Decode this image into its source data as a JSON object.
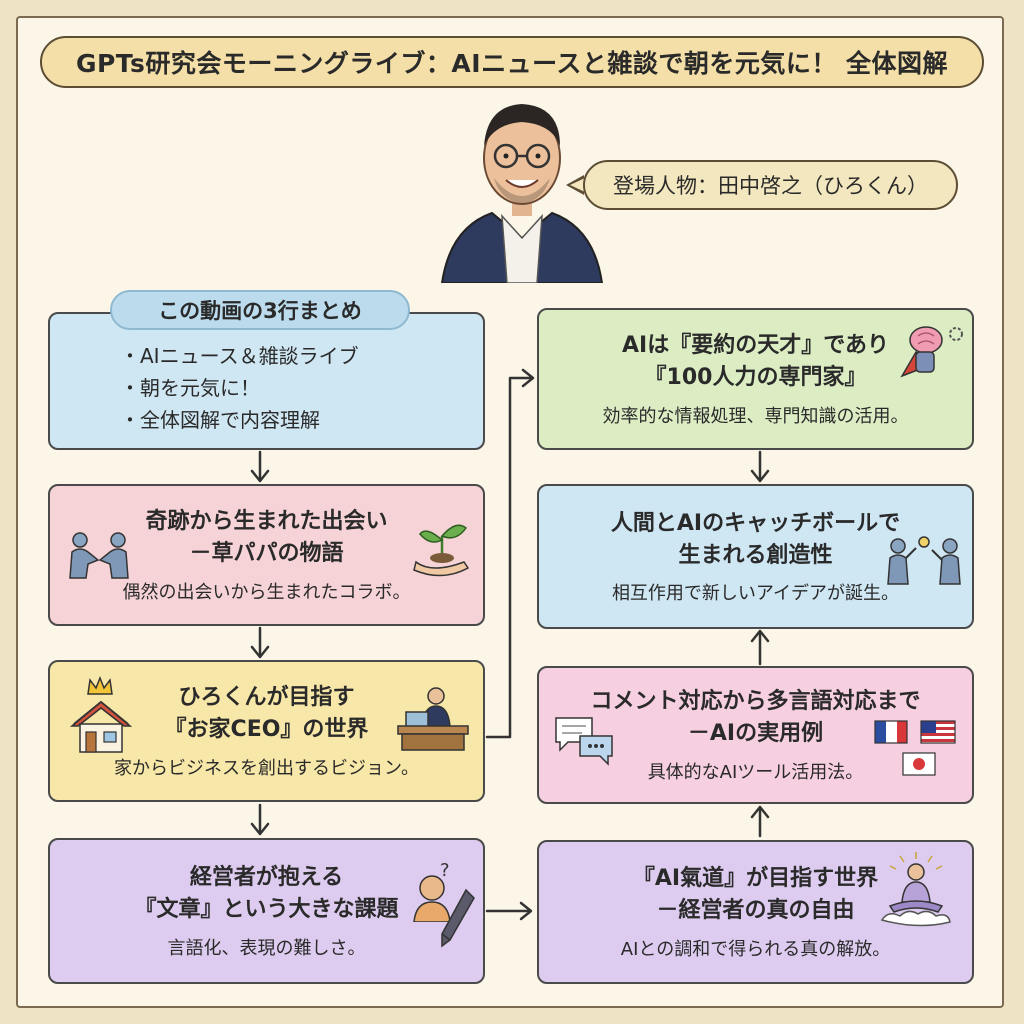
{
  "title": "GPTs研究会モーニングライブ：AIニュースと雑談で朝を元気に！ 全体図解",
  "speaker": "登場人物：田中啓之（ひろくん）",
  "summary": {
    "heading": "この動画の3行まとめ",
    "items": [
      "AIニュース＆雑談ライブ",
      "朝を元気に！",
      "全体図解で内容理解"
    ]
  },
  "left_column": [
    {
      "title1": "奇跡から生まれた出会い",
      "title2": "－草パパの物語",
      "desc": "偶然の出会いから生まれたコラボ。"
    },
    {
      "title1": "ひろくんが目指す",
      "title2": "『お家CEO』の世界",
      "desc": "家からビジネスを創出するビジョン。"
    },
    {
      "title1": "経営者が抱える",
      "title2": "『文章』という大きな課題",
      "desc": "言語化、表現の難しさ。"
    }
  ],
  "right_column": [
    {
      "title1": "AIは『要約の天才』であり",
      "title2": "『100人力の専門家』",
      "desc": "効率的な情報処理、専門知識の活用。"
    },
    {
      "title1": "人間とAIのキャッチボールで",
      "title2": "生まれる創造性",
      "desc": "相互作用で新しいアイデアが誕生。"
    },
    {
      "title1": "コメント対応から多言語対応まで",
      "title2": "－AIの実用例",
      "desc": "具体的なAIツール活用法。"
    },
    {
      "title1": "『AI氣道』が目指す世界",
      "title2": "－経営者の真の自由",
      "desc": "AIとの調和で得られる真の解放。"
    }
  ],
  "icons": [
    "person-portrait-icon",
    "handshake-icon",
    "seedling-hand-icon",
    "house-icon",
    "crown-icon",
    "ceo-desk-icon",
    "thinking-person-icon",
    "pen-icon",
    "brain-hero-icon",
    "catchball-icon",
    "chat-bubbles-icon",
    "france-flag-icon",
    "usa-flag-icon",
    "japan-flag-icon",
    "meditation-icon"
  ]
}
